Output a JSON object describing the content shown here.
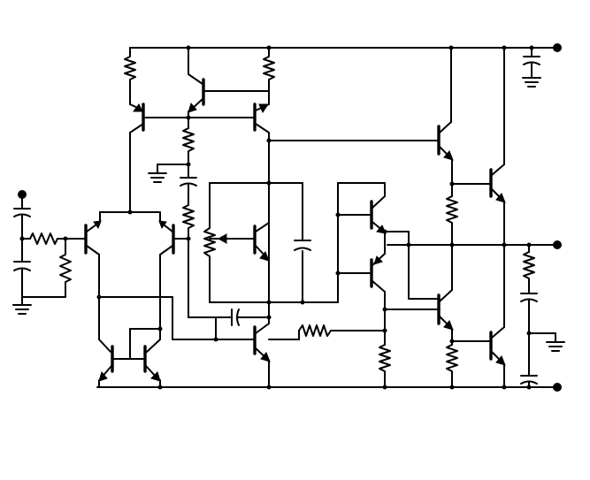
{
  "diagram": {
    "type": "circuit-schematic",
    "text_labels": [],
    "components": {
      "npn-transistor": 10,
      "pnp-transistor": 6,
      "resistor": 14,
      "potentiometer": 1,
      "capacitor": 7,
      "ground-symbol": 4,
      "terminal": 4
    },
    "colors": {
      "ink": "#000000",
      "background": "#ffffff"
    }
  }
}
